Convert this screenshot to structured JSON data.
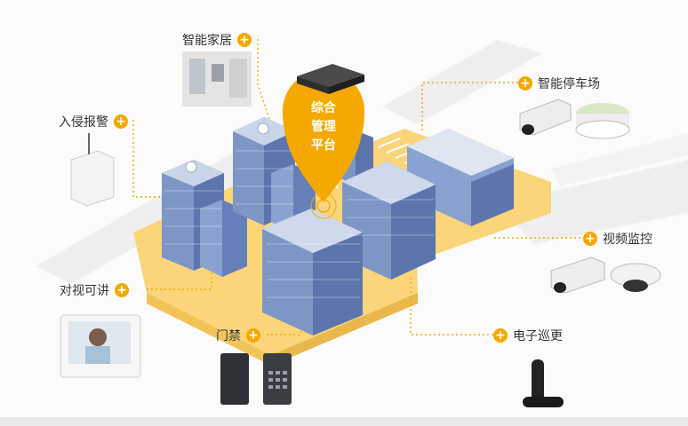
{
  "center": {
    "lines": [
      "综合",
      "管理",
      "平台"
    ]
  },
  "subsystems": [
    {
      "id": "smart-home",
      "label": "智能家居"
    },
    {
      "id": "intrusion-alarm",
      "label": "入侵报警"
    },
    {
      "id": "intercom",
      "label": "对视可讲"
    },
    {
      "id": "access-control",
      "label": "门禁"
    },
    {
      "id": "smart-parking",
      "label": "智能停车场"
    },
    {
      "id": "video-surveillance",
      "label": "视频监控"
    },
    {
      "id": "guard-tour",
      "label": "电子巡更"
    }
  ],
  "colors": {
    "accent": "#f5a800",
    "platform": "#fbd57a",
    "road": "#eeeeee",
    "building": "#6d86b8"
  },
  "icons": [
    "plus-icon",
    "location-pin-icon"
  ]
}
